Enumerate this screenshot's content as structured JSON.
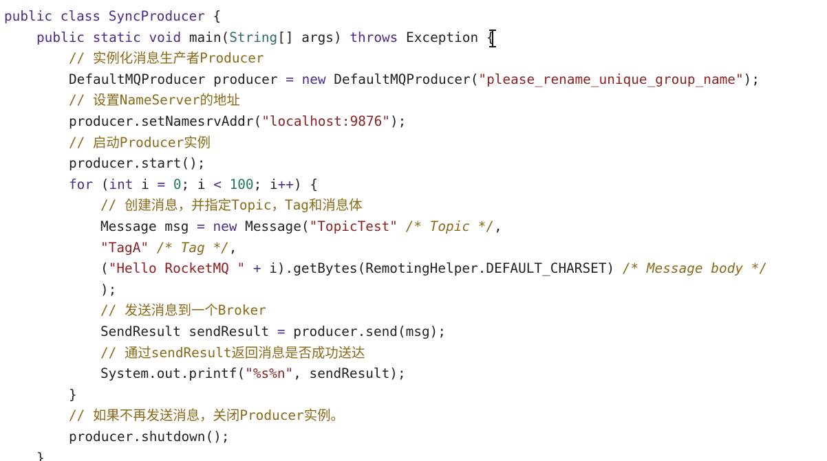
{
  "editor": {
    "lines": [
      [
        {
          "t": "public class ",
          "c": "kw"
        },
        {
          "t": "SyncProducer",
          "c": "kw"
        },
        {
          "t": " {",
          "c": "plain"
        }
      ],
      [
        {
          "t": "public static void ",
          "c": "kw"
        },
        {
          "t": "main(",
          "c": "plain"
        },
        {
          "t": "String",
          "c": "type"
        },
        {
          "t": "[] args) ",
          "c": "plain"
        },
        {
          "t": "throws ",
          "c": "kw"
        },
        {
          "t": "Exception {",
          "c": "plain"
        }
      ],
      [
        {
          "t": "// 实例化消息生产者Producer",
          "c": "cmt"
        }
      ],
      [
        {
          "t": "DefaultMQProducer producer ",
          "c": "plain"
        },
        {
          "t": "= ",
          "c": "op"
        },
        {
          "t": "new ",
          "c": "kw"
        },
        {
          "t": "DefaultMQProducer(",
          "c": "plain"
        },
        {
          "t": "\"please_rename_unique_group_name\"",
          "c": "str"
        },
        {
          "t": ");",
          "c": "plain"
        }
      ],
      [
        {
          "t": "// 设置NameServer的地址",
          "c": "cmt"
        }
      ],
      [
        {
          "t": "producer.setNamesrvAddr(",
          "c": "plain"
        },
        {
          "t": "\"localhost:9876\"",
          "c": "str"
        },
        {
          "t": ");",
          "c": "plain"
        }
      ],
      [
        {
          "t": "// 启动Producer实例",
          "c": "cmt"
        }
      ],
      [
        {
          "t": "producer.start();",
          "c": "plain"
        }
      ],
      [
        {
          "t": "for ",
          "c": "kw"
        },
        {
          "t": "(",
          "c": "plain"
        },
        {
          "t": "int ",
          "c": "kw"
        },
        {
          "t": "i ",
          "c": "plain"
        },
        {
          "t": "= ",
          "c": "op"
        },
        {
          "t": "0",
          "c": "num"
        },
        {
          "t": "; i ",
          "c": "plain"
        },
        {
          "t": "< ",
          "c": "op"
        },
        {
          "t": "100",
          "c": "num"
        },
        {
          "t": "; i",
          "c": "plain"
        },
        {
          "t": "++",
          "c": "op"
        },
        {
          "t": ") {",
          "c": "plain"
        }
      ],
      [
        {
          "t": "// 创建消息，并指定Topic，Tag和消息体",
          "c": "cmt"
        }
      ],
      [
        {
          "t": "Message msg ",
          "c": "plain"
        },
        {
          "t": "= ",
          "c": "op"
        },
        {
          "t": "new ",
          "c": "kw"
        },
        {
          "t": "Message(",
          "c": "plain"
        },
        {
          "t": "\"TopicTest\"",
          "c": "str"
        },
        {
          "t": " /* Topic */",
          "c": "cmt-i"
        },
        {
          "t": ",",
          "c": "plain"
        }
      ],
      [
        {
          "t": "\"TagA\"",
          "c": "str"
        },
        {
          "t": " /* Tag */",
          "c": "cmt-i"
        },
        {
          "t": ",",
          "c": "plain"
        }
      ],
      [
        {
          "t": "(",
          "c": "plain"
        },
        {
          "t": "\"Hello RocketMQ \"",
          "c": "str"
        },
        {
          "t": " + ",
          "c": "op"
        },
        {
          "t": "i).getBytes(RemotingHelper.DEFAULT_CHARSET) ",
          "c": "plain"
        },
        {
          "t": "/* Message body */",
          "c": "cmt-i"
        }
      ],
      [
        {
          "t": ");",
          "c": "plain"
        }
      ],
      [
        {
          "t": "// 发送消息到一个Broker",
          "c": "cmt"
        }
      ],
      [
        {
          "t": "SendResult sendResult ",
          "c": "plain"
        },
        {
          "t": "= ",
          "c": "op"
        },
        {
          "t": "producer.send(msg);",
          "c": "plain"
        }
      ],
      [
        {
          "t": "// 通过sendResult返回消息是否成功送达",
          "c": "cmt"
        }
      ],
      [
        {
          "t": "System.out.printf(",
          "c": "plain"
        },
        {
          "t": "\"%s%n\"",
          "c": "str"
        },
        {
          "t": ", sendResult);",
          "c": "plain"
        }
      ],
      [
        {
          "t": "}",
          "c": "plain"
        }
      ],
      [
        {
          "t": "// 如果不再发送消息，关闭Producer实例。",
          "c": "cmt"
        }
      ],
      [
        {
          "t": "producer.shutdown();",
          "c": "plain"
        }
      ],
      [
        {
          "t": "}",
          "c": "plain"
        }
      ]
    ]
  }
}
